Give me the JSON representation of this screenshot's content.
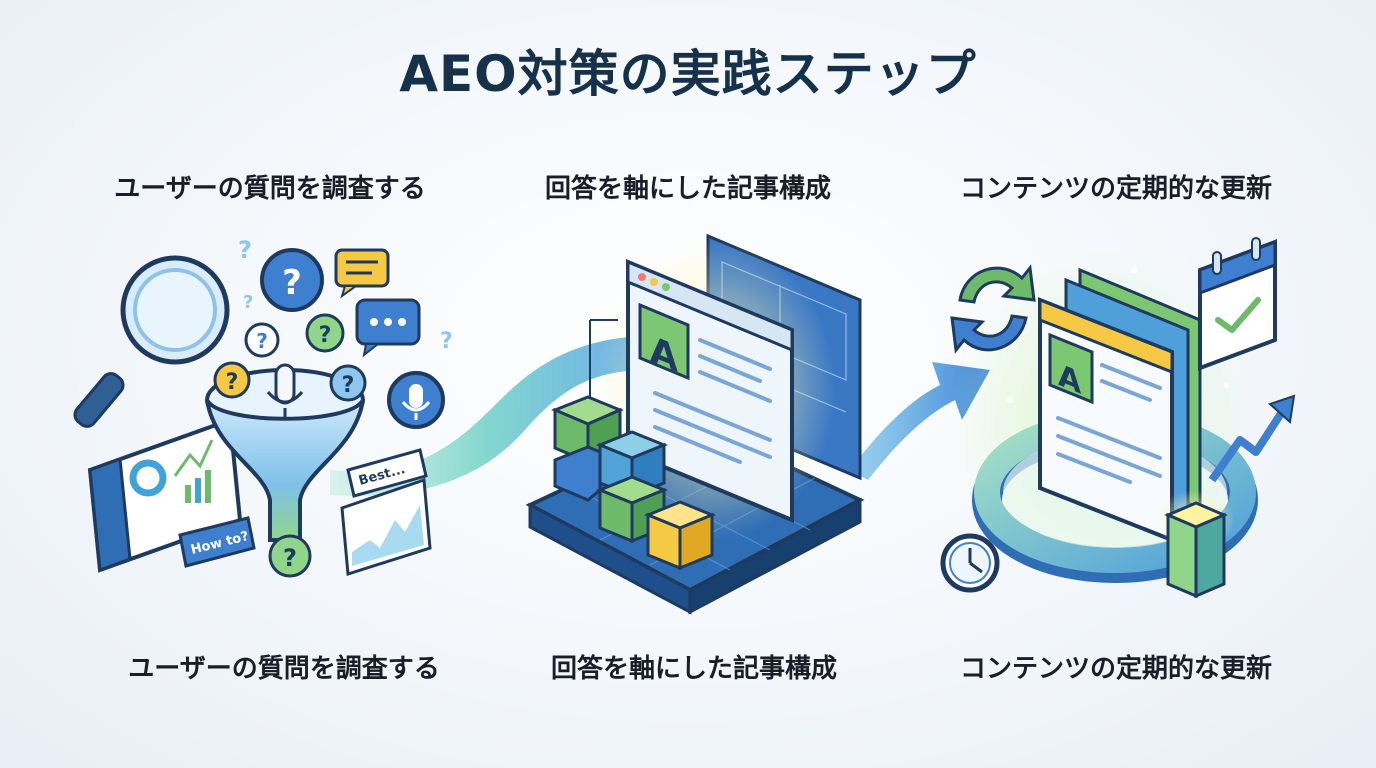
{
  "title": "AEO対策の実践ステップ",
  "steps": [
    {
      "top_label": "ユーザーの質問を調査する",
      "bottom_label": "ユーザーの質問を調査する",
      "bubble_texts": [
        "Best...",
        "How to?"
      ]
    },
    {
      "top_label": "回答を軸にした記事構成",
      "bottom_label": "回答を軸にした記事構成",
      "doc_letter": "A"
    },
    {
      "top_label": "コンテンツの定期的な更新",
      "bottom_label": "コンテンツの定期的な更新",
      "doc_letter": "A"
    }
  ],
  "colors": {
    "title": "#16314a",
    "blue": "#3f7fd0",
    "teal": "#63c4c0",
    "green": "#7cc771",
    "yellow": "#f6c945",
    "navy": "#1f3a5f"
  }
}
